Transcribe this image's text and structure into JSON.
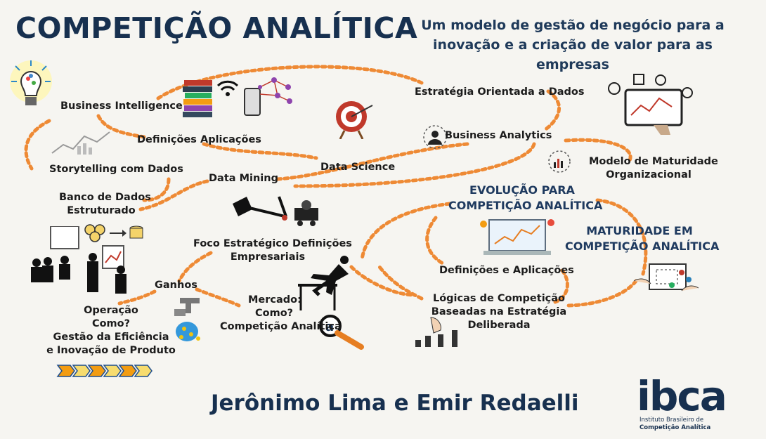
{
  "title": "COMPETIÇÃO ANALÍTICA",
  "subtitle": "Um modelo de gestão de negócio para a inovação e a criação de valor para as empresas",
  "authors": "Jerônimo Lima e Emir Redaelli",
  "colors": {
    "title": "#17304f",
    "link": "#ee8a35",
    "background": "#f6f5f1"
  },
  "nodes": {
    "business_intelligence": "Business Intelligence",
    "definicoes_aplicacoes_top": "Definições  Aplicações",
    "storytelling": "Storytelling com Dados",
    "estrategia_dados": "Estratégia Orientada a Dados",
    "business_analytics": "Business Analytics",
    "modelo_maturidade": [
      "Modelo de Maturidade",
      "Organizacional"
    ],
    "data_science": "Data Science",
    "data_mining": "Data Mining",
    "banco_dados": [
      "Banco de Dados",
      "Estruturado"
    ],
    "evolucao": [
      "EVOLUÇÃO PARA",
      "COMPETIÇÃO ANALÍTICA"
    ],
    "maturidade_competicao": [
      "MATURIDADE EM",
      "COMPETIÇÃO ANALÍTICA"
    ],
    "foco_estrategico": [
      "Foco Estratégico Definições",
      "Empresariais"
    ],
    "definicoes_aplicacoes": "Definições e Aplicações",
    "ganhos": "Ganhos",
    "logicas": [
      "Lógicas de Competição",
      "Baseadas na Estratégia",
      "Deliberada"
    ],
    "mercado": [
      "Mercado:",
      "Como?",
      "Competição Analítica"
    ],
    "operacao": [
      "Operação",
      "Como?",
      "Gestão da Eficiência",
      "e Inovação de Produto"
    ]
  },
  "logo": {
    "name": "ibca",
    "line1": "Instituto Brasileiro de",
    "line2": "Competição Analítica"
  },
  "icons": [
    "lightbulb-icon",
    "books-icon",
    "wifi-icon",
    "phone-network-icon",
    "target-icon",
    "analyst-icon",
    "dashboard-tablet-icon",
    "chart-badge-icon",
    "storytelling-chart-icon",
    "mining-icon",
    "dataflow-icon",
    "meeting-people-icon",
    "hurdle-runner-icon",
    "faucet-icon",
    "magnifier-icon",
    "chess-icon",
    "puzzle-hands-icon",
    "process-arrows-icon",
    "laptop-analytics-icon"
  ]
}
